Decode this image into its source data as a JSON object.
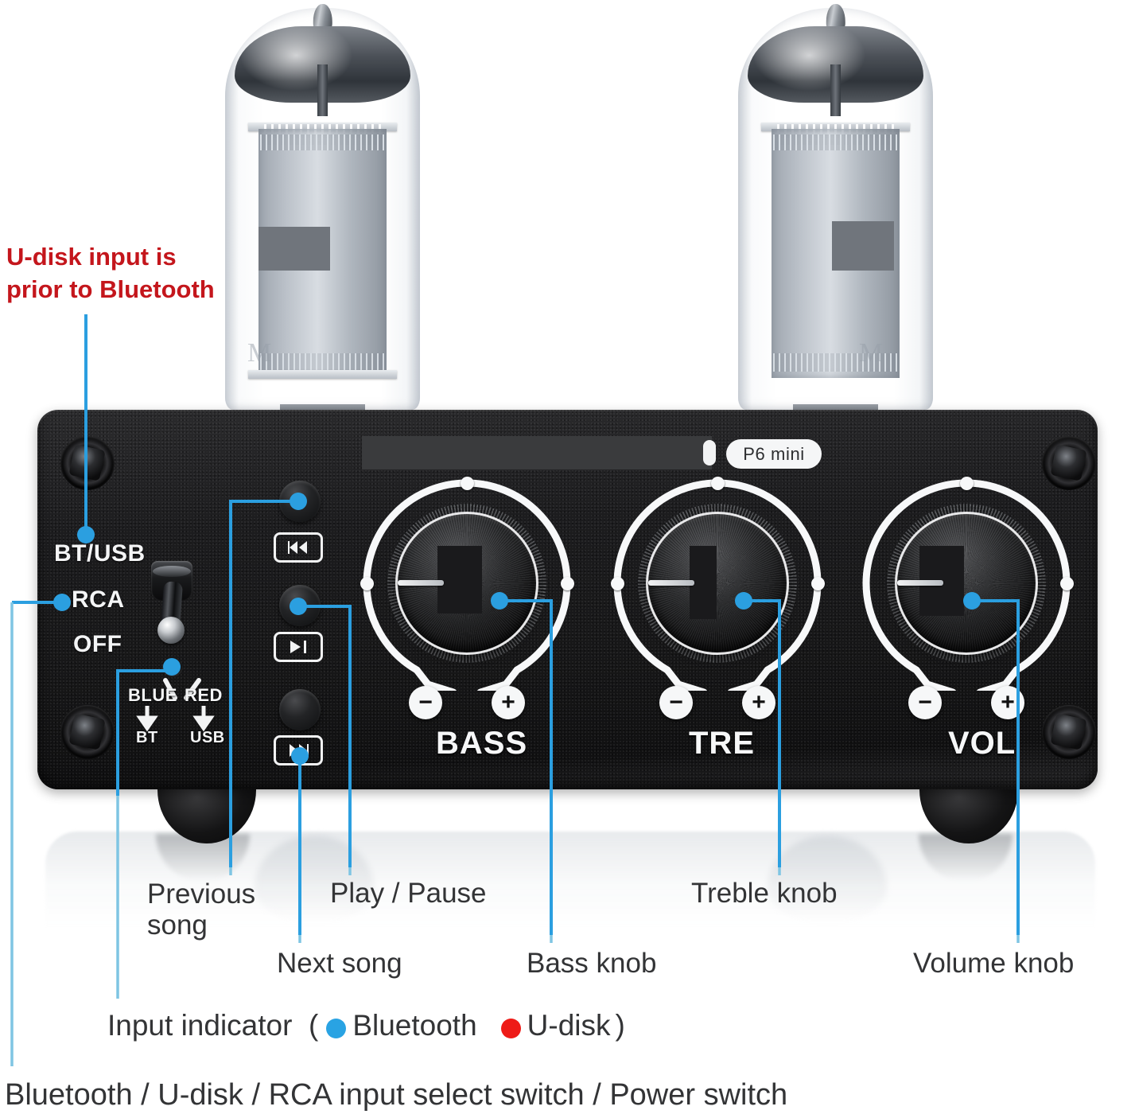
{
  "product": {
    "model_badge": "P6 mini",
    "panel_labels": {
      "input_bt_usb": "BT/USB",
      "input_rca": "RCA",
      "input_off": "OFF",
      "led_blue": "BLUE",
      "led_red": "RED",
      "led_blue_target": "BT",
      "led_red_target": "USB",
      "knob_bass": "BASS",
      "knob_treble": "TRE",
      "knob_volume": "VOL",
      "minus": "−",
      "plus": "+"
    },
    "media_buttons": [
      {
        "name": "previous",
        "icon": "⏮",
        "glyph": "◀◀|"
      },
      {
        "name": "play-pause",
        "icon": "⏯",
        "glyph": "▶|"
      },
      {
        "name": "next",
        "icon": "⏭",
        "glyph": "|▶▶"
      }
    ]
  },
  "annotations": {
    "note_red": "U-disk input is prior to Bluetooth",
    "previous_song": "Previous song",
    "play_pause": "Play / Pause",
    "next_song": "Next song",
    "bass_knob": "Bass knob",
    "treble_knob": "Treble knob",
    "volume_knob": "Volume knob",
    "input_indicator_prefix": "Input indicator  (",
    "input_indicator_blue": "Bluetooth",
    "input_indicator_red": "U-disk",
    "input_indicator_suffix": ")",
    "bottom_caption": "Bluetooth / U-disk / RCA input select switch / Power switch"
  },
  "colors": {
    "leader_blue": "#2b9fe0",
    "leader_pale": "#7fc5e3",
    "note_red": "#c4161c",
    "indicator_blue": "#29a3e3",
    "indicator_red": "#ee1b17",
    "text_dark": "#333436",
    "panel_black": "#19191b",
    "panel_white": "#f5f6f7"
  }
}
